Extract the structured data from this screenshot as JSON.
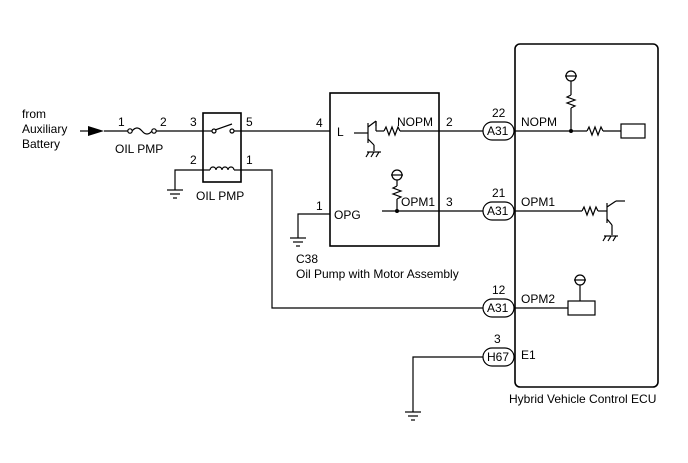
{
  "source": {
    "from": "from",
    "line1": "Auxiliary",
    "line2": "Battery"
  },
  "fuse": {
    "name": "OIL PMP",
    "pin_in": "1",
    "pin_out": "2"
  },
  "relay": {
    "name": "OIL PMP",
    "pin3": "3",
    "pin5": "5",
    "pin2": "2",
    "pin1": "1"
  },
  "pump": {
    "connector": "C38",
    "name": "Oil Pump with Motor Assembly",
    "pin4": "4",
    "pin4_label": "L",
    "pin1": "1",
    "pin1_label": "OPG",
    "nopm_label": "NOPM",
    "nopm_pin": "2",
    "opm1_label": "OPM1",
    "opm1_pin": "3"
  },
  "ecu": {
    "name": "Hybrid Vehicle Control ECU",
    "connectors": [
      {
        "pin": "22",
        "code": "A31",
        "signal": "NOPM"
      },
      {
        "pin": "21",
        "code": "A31",
        "signal": "OPM1"
      },
      {
        "pin": "12",
        "code": "A31",
        "signal": "OPM2"
      },
      {
        "pin": "3",
        "code": "H67",
        "signal": "E1"
      }
    ]
  }
}
